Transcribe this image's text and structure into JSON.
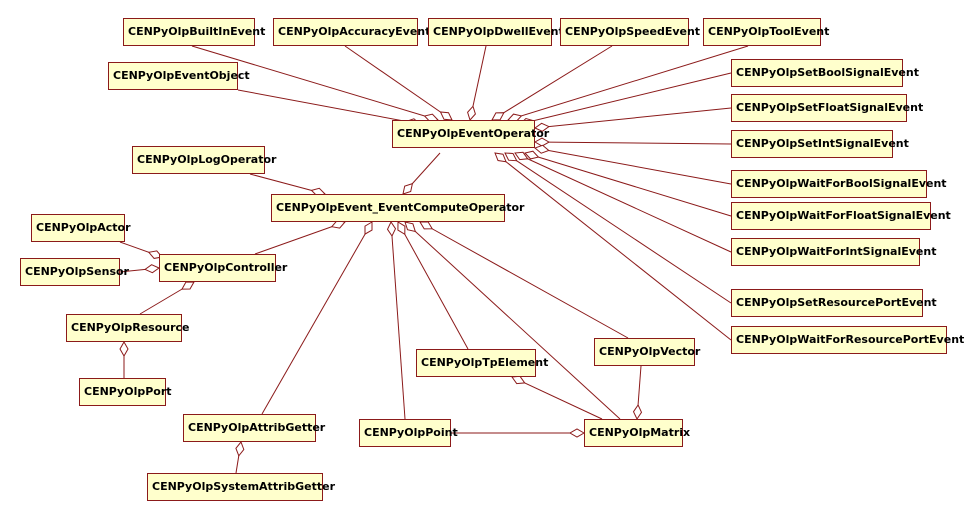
{
  "nodes": {
    "builtin": "CENPyOlpBuiltInEvent",
    "accuracy": "CENPyOlpAccuracyEvent",
    "dwell": "CENPyOlpDwellEvent",
    "speed": "CENPyOlpSpeedEvent",
    "tool": "CENPyOlpToolEvent",
    "eventobject": "CENPyOlpEventObject",
    "setbool": "CENPyOlpSetBoolSignalEvent",
    "eventop": "CENPyOlpEventOperator",
    "setfloat": "CENPyOlpSetFloatSignalEvent",
    "setint": "CENPyOlpSetIntSignalEvent",
    "logop": "CENPyOlpLogOperator",
    "waitbool": "CENPyOlpWaitForBoolSignalEvent",
    "compute": "CENPyOlpEvent_EventComputeOperator",
    "waitfloat": "CENPyOlpWaitForFloatSignalEvent",
    "actor": "CENPyOlpActor",
    "waitint": "CENPyOlpWaitForIntSignalEvent",
    "sensor": "CENPyOlpSensor",
    "controller": "CENPyOlpController",
    "setresport": "CENPyOlpSetResourcePortEvent",
    "resource": "CENPyOlpResource",
    "waitresport": "CENPyOlpWaitForResourcePortEvent",
    "vector": "CENPyOlpVector",
    "tpelement": "CENPyOlpTpElement",
    "port": "CENPyOlpPort",
    "attribgetter": "CENPyOlpAttribGetter",
    "point": "CENPyOlpPoint",
    "matrix": "CENPyOlpMatrix",
    "sysattrib": "CENPyOlpSystemAttribGetter"
  },
  "colors": {
    "node_fill": "#ffffcc",
    "node_border": "#8b1a1a",
    "line": "#8b1a1a",
    "background": "#ffffff"
  }
}
